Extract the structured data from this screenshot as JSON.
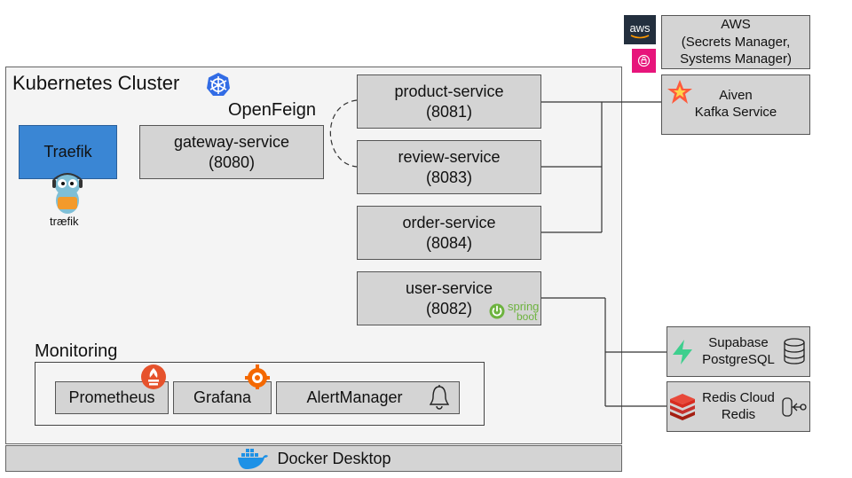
{
  "cluster": {
    "title": "Kubernetes Cluster",
    "icon": "kubernetes-icon"
  },
  "openfeign_label": "OpenFeign",
  "traefik": {
    "label": "Traefik",
    "logo_text": "træfik"
  },
  "gateway": {
    "name": "gateway-service",
    "port": "(8080)"
  },
  "services": [
    {
      "name": "product-service",
      "port": "(8081)"
    },
    {
      "name": "review-service",
      "port": "(8083)"
    },
    {
      "name": "order-service",
      "port": "(8084)"
    },
    {
      "name": "user-service",
      "port": "(8082)"
    }
  ],
  "spring_boot": {
    "line1": "spring",
    "line2": "boot"
  },
  "aws": {
    "logo_text": "aws",
    "line1": "AWS",
    "line2": "(Secrets Manager,",
    "line3": "Systems Manager)"
  },
  "kafka": {
    "line1": "Aiven",
    "line2": "Kafka Service"
  },
  "supabase": {
    "line1": "Supabase",
    "line2": "PostgreSQL"
  },
  "redis": {
    "line1": "Redis Cloud",
    "line2": "Redis"
  },
  "monitoring": {
    "title": "Monitoring",
    "items": [
      "Prometheus",
      "Grafana",
      "AlertManager"
    ]
  },
  "docker": {
    "label": "Docker Desktop"
  },
  "colors": {
    "traefik_blue": "#3a86d4",
    "box_gray": "#d4d4d4",
    "spring_green": "#6db33f",
    "supabase_green": "#3ecf8e",
    "redis_red": "#d82c20",
    "prometheus_orange": "#e6522c",
    "grafana_orange": "#f46800",
    "docker_blue": "#1d91e6",
    "aws_dark": "#232f3e"
  }
}
